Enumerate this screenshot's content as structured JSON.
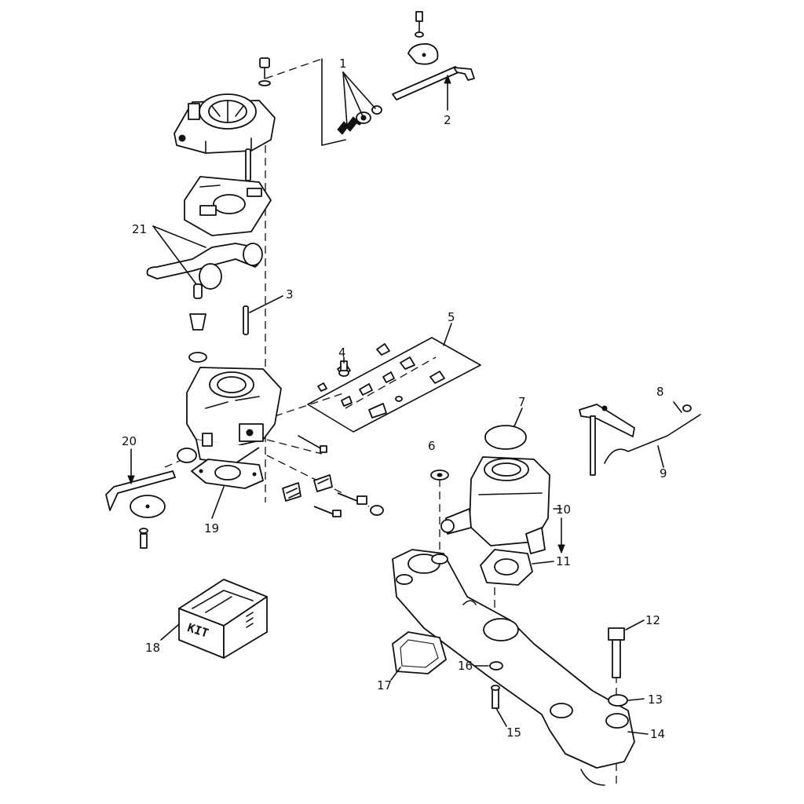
{
  "callouts": [
    {
      "id": "c1",
      "text": "1"
    },
    {
      "id": "c2",
      "text": "2"
    },
    {
      "id": "c3",
      "text": "3"
    },
    {
      "id": "c4",
      "text": "4"
    },
    {
      "id": "c5",
      "text": "5"
    },
    {
      "id": "c6",
      "text": "6"
    },
    {
      "id": "c7",
      "text": "7"
    },
    {
      "id": "c8",
      "text": "8"
    },
    {
      "id": "c9",
      "text": "9"
    },
    {
      "id": "c10",
      "text": "10"
    },
    {
      "id": "c11",
      "text": "11"
    },
    {
      "id": "c12",
      "text": "12"
    },
    {
      "id": "c13",
      "text": "13"
    },
    {
      "id": "c14",
      "text": "14"
    },
    {
      "id": "c15",
      "text": "15"
    },
    {
      "id": "c16",
      "text": "16"
    },
    {
      "id": "c17",
      "text": "17"
    },
    {
      "id": "c18",
      "text": "18"
    },
    {
      "id": "c19",
      "text": "19"
    },
    {
      "id": "c20",
      "text": "20"
    },
    {
      "id": "c21",
      "text": "21"
    }
  ],
  "kit_box": {
    "label": "KIT"
  }
}
